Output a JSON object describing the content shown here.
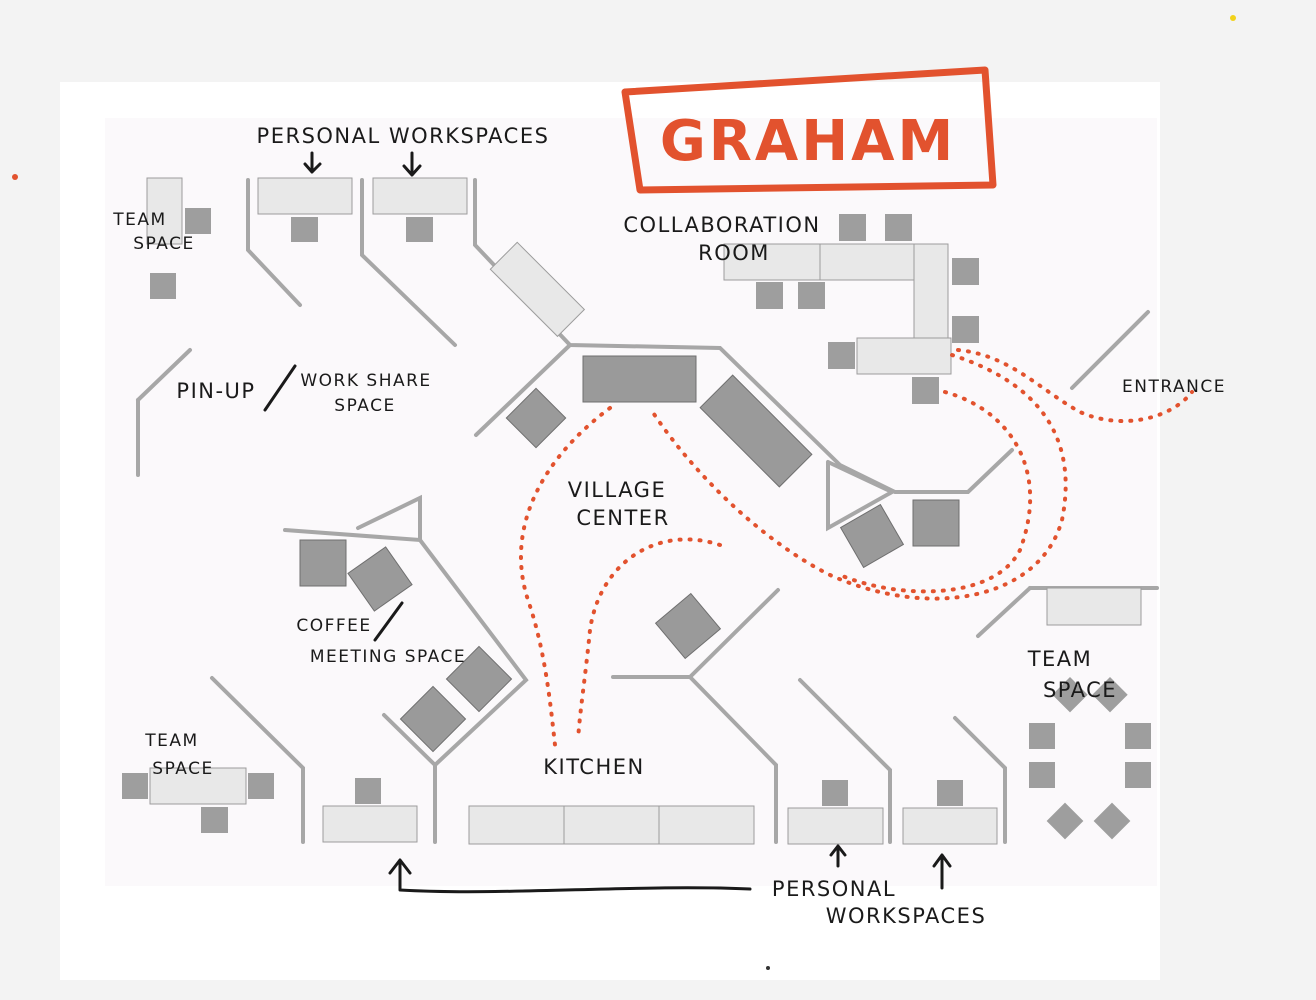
{
  "title": "GRAHAM",
  "colors": {
    "accent": "#e2522e",
    "ink": "#1a1a1a",
    "furniture": "#9e9e9e",
    "desk": "#e8e8e8",
    "wall": "#a7a7a7"
  },
  "labels": {
    "personal_workspaces_top": "PERSONAL WORKSPACES",
    "collaboration_room_line1": "COLLABORATION",
    "collaboration_room_line2": "ROOM",
    "team_space_top_left_line1": "TEAM",
    "team_space_top_left_line2": "SPACE",
    "pin_up": "PIN-UP",
    "work_share_line1": "WORK SHARE",
    "work_share_line2": "SPACE",
    "entrance": "ENTRANCE",
    "village_center_line1": "VILLAGE",
    "village_center_line2": "CENTER",
    "coffee": "COFFEE",
    "meeting_space": "MEETING SPACE",
    "team_space_right_line1": "TEAM",
    "team_space_right_line2": "SPACE",
    "team_space_bottom_left_line1": "TEAM",
    "team_space_bottom_left_line2": "SPACE",
    "kitchen": "KITCHEN",
    "personal_workspaces_bottom_line1": "PERSONAL",
    "personal_workspaces_bottom_line2": "WORKSPACES"
  }
}
